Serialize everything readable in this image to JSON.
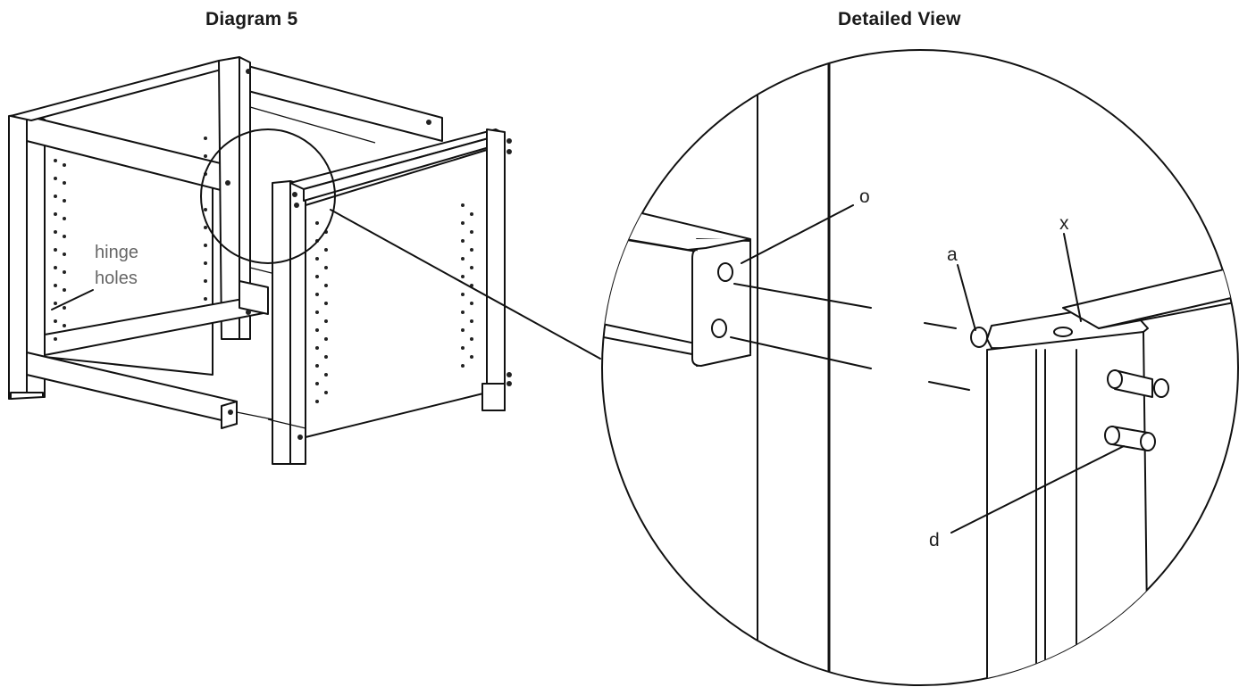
{
  "titles": {
    "diagram": "Diagram 5",
    "detail": "Detailed View"
  },
  "labels": {
    "hinge_line1": "hinge",
    "hinge_line2": "holes",
    "o": "o",
    "x": "x",
    "a": "a",
    "d": "d"
  }
}
